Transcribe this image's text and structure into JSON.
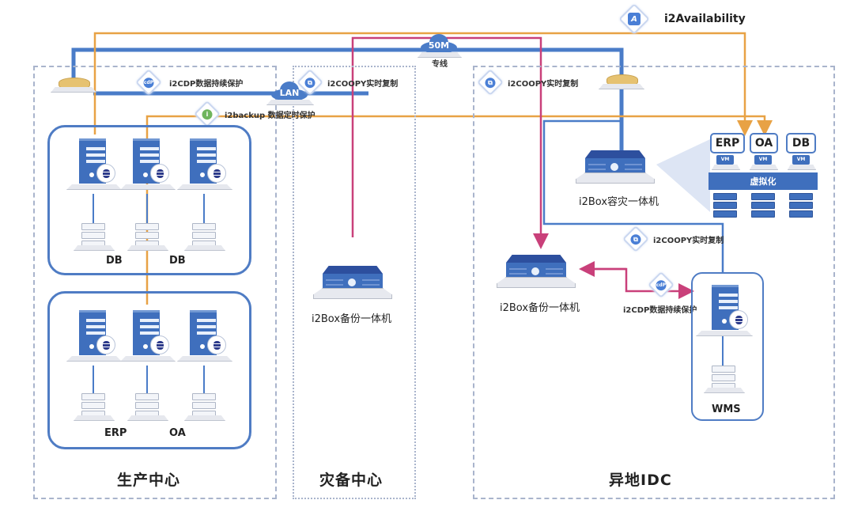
{
  "zones": {
    "production": {
      "title": "生产中心"
    },
    "disaster_recovery": {
      "title": "灾备中心"
    },
    "remote_idc": {
      "title": "异地IDC"
    }
  },
  "network": {
    "wan_cloud": "50M",
    "wan_label": "专线",
    "lan_cloud": "LAN"
  },
  "products": {
    "availability": {
      "icon": "i2availability-icon",
      "label": "i2Availability"
    },
    "cdp_production": {
      "icon": "cdp-icon",
      "icon_text": "cdP",
      "label": "i2CDP数据持续保护"
    },
    "backup": {
      "icon": "i2backup-icon",
      "icon_text": "i",
      "label": "i2backup 数据定时保护"
    },
    "coopy_dr": {
      "icon": "coopy-icon",
      "label": "i2COOPY实时复制"
    },
    "coopy_idc": {
      "icon": "coopy-icon",
      "label": "i2COOPY实时复制"
    },
    "coopy_idc_inner": {
      "icon": "coopy-icon",
      "label": "i2COOPY实时复制"
    },
    "cdp_idc": {
      "icon": "cdp-icon",
      "icon_text": "cdP",
      "label": "i2CDP数据持续保护"
    }
  },
  "production": {
    "group1_labels": [
      "DB",
      "DB"
    ],
    "group2_labels": [
      "ERP",
      "OA"
    ]
  },
  "devices": {
    "dr_box": "i2Box备份一体机",
    "idc_dr_box": "i2Box容灾一体机",
    "idc_backup_box": "i2Box备份一体机",
    "wms": "WMS"
  },
  "virtualization": {
    "apps": [
      "ERP",
      "OA",
      "DB"
    ],
    "vm_label": "VM",
    "layer_label": "虚拟化"
  },
  "colors": {
    "network_blue": "#4a7cc8",
    "availability_orange": "#e8a245",
    "coopy_pink": "#c9407a",
    "zone_border": "#a9b4cc"
  }
}
